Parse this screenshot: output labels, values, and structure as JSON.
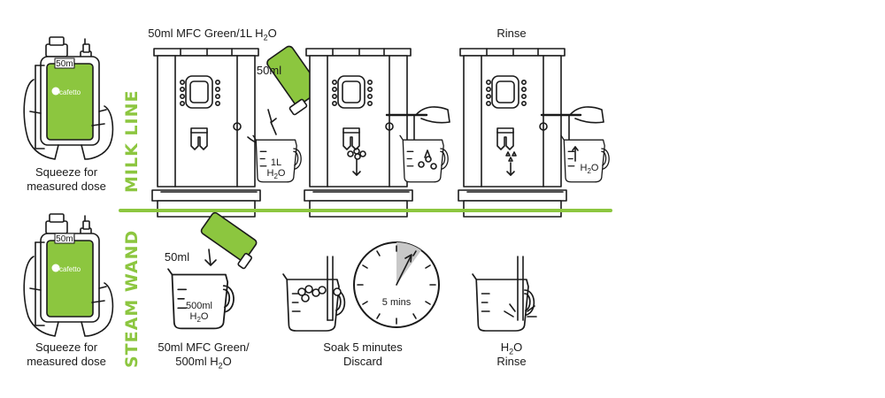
{
  "brand": {
    "accent_color": "#8cc63f",
    "line_color": "#1a1a1a",
    "bottle_label": "cafetto"
  },
  "milk_line": {
    "section_label": "MILK LINE",
    "bottle": {
      "dose_label": "50ml",
      "caption_line1": "Squeeze for",
      "caption_line2": "measured dose"
    },
    "step1": {
      "title": "50ml MFC Green/1L H",
      "sub": "2",
      "title_end": "O",
      "pour_label": "50ml",
      "jug_line1": "1L",
      "jug_h": "H",
      "jug_sub": "2",
      "jug_o": "O"
    },
    "step3": {
      "title": "Rinse",
      "jug_h": "H",
      "jug_sub": "2",
      "jug_o": "O"
    }
  },
  "steam_wand": {
    "section_label": "STEAM WAND",
    "bottle": {
      "dose_label": "50ml",
      "caption_line1": "Squeeze for",
      "caption_line2": "measured dose"
    },
    "step1": {
      "pour_label": "50ml",
      "jug_line1": "500ml",
      "jug_h": "H",
      "jug_sub": "2",
      "jug_o": "O",
      "caption_line1": "50ml MFC Green/",
      "caption_line2_a": "500ml H",
      "caption_line2_sub": "2",
      "caption_line2_b": "O"
    },
    "step2": {
      "timer_label": "5 mins",
      "caption_line1": "Soak 5 minutes",
      "caption_line2": "Discard"
    },
    "step3": {
      "caption_h": "H",
      "caption_sub": "2",
      "caption_o": "O",
      "caption_line2": "Rinse"
    }
  }
}
